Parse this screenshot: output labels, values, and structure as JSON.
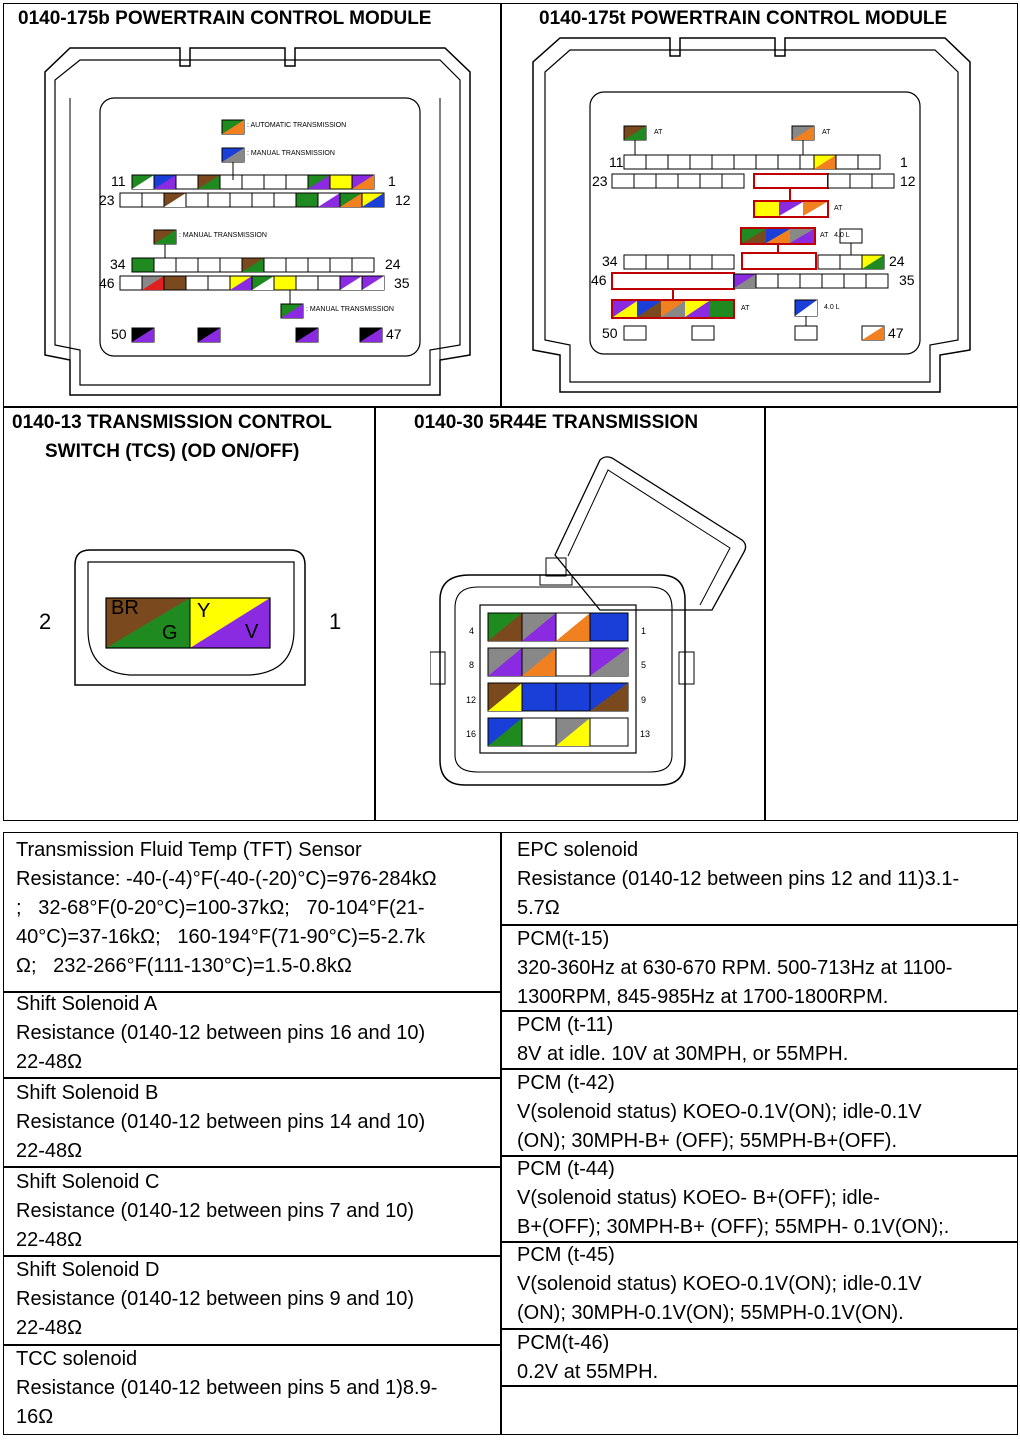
{
  "panels": {
    "pcm_b_title": "0140-175b POWERTRAIN CONTROL MODULE",
    "pcm_t_title": "0140-175t POWERTRAIN CONTROL MODULE",
    "tcs_title_line1": "0140-13 TRANSMISSION CONTROL",
    "tcs_title_line2": "SWITCH (TCS) (OD ON/OFF)",
    "trans_title": "0140-30 5R44E TRANSMISSION"
  },
  "pcm_b": {
    "legend_auto": ": AUTOMATIC TRANSMISSION",
    "legend_manual": ": MANUAL TRANSMISSION",
    "pin_11": "11",
    "pin_1": "1",
    "pin_23": "23",
    "pin_12": "12",
    "pin_34": "34",
    "pin_24": "24",
    "pin_46": "46",
    "pin_35": "35",
    "pin_50": "50",
    "pin_47": "47"
  },
  "pcm_t": {
    "at": "AT",
    "at_40l": "AT   4.0 L",
    "l40": "4.0 L",
    "pin_11": "11",
    "pin_1": "1",
    "pin_23": "23",
    "pin_12": "12",
    "pin_34": "34",
    "pin_24": "24",
    "pin_46": "46",
    "pin_35": "35",
    "pin_50": "50",
    "pin_47": "47"
  },
  "tcs": {
    "pin_left": "2",
    "pin_right": "1",
    "wire1_top": "BR",
    "wire1_bottom": "G",
    "wire2_top": "Y",
    "wire2_bottom": "V",
    "colors": {
      "BR": "#7a4a1e",
      "G": "#1f8a1f",
      "Y": "#ffff00",
      "V": "#8a2be2"
    }
  },
  "trans": {
    "row_left_pins": [
      "4",
      "8",
      "12",
      "16"
    ],
    "row_right_pins": [
      "1",
      "5",
      "9",
      "13"
    ]
  },
  "specs_left": [
    {
      "title": "Transmission Fluid Temp (TFT) Sensor",
      "lines": [
        "Resistance: -40-(-4)°F(-40-(-20)°C)=976-284kΩ",
        ";   32-68°F(0-20°C)=100-37kΩ;   70-104°F(21-",
        "40°C)=37-16kΩ;   160-194°F(71-90°C)=5-2.7k",
        "Ω;   232-266°F(111-130°C)=1.5-0.8kΩ"
      ]
    },
    {
      "title": "Shift Solenoid A",
      "lines": [
        "Resistance (0140-12 between pins 16 and 10)",
        "22-48Ω"
      ]
    },
    {
      "title": "Shift Solenoid B",
      "lines": [
        "Resistance (0140-12 between pins 14 and 10)",
        "22-48Ω"
      ]
    },
    {
      "title": "Shift Solenoid C",
      "lines": [
        "Resistance (0140-12 between pins 7 and 10)",
        "22-48Ω"
      ]
    },
    {
      "title": "Shift Solenoid D",
      "lines": [
        "Resistance (0140-12 between pins 9 and 10)",
        "22-48Ω"
      ]
    },
    {
      "title": "TCC solenoid",
      "lines": [
        "Resistance (0140-12 between pins 5 and 1)8.9-",
        "16Ω"
      ]
    }
  ],
  "specs_right": [
    {
      "title": "EPC solenoid",
      "lines": [
        "Resistance (0140-12 between pins 12 and 11)3.1-",
        "5.7Ω"
      ]
    },
    {
      "title": "PCM(t-15)",
      "lines": [
        "320-360Hz at 630-670 RPM. 500-713Hz at 1100-",
        "1300RPM, 845-985Hz at 1700-1800RPM."
      ]
    },
    {
      "title": "PCM (t-11)",
      "lines": [
        "8V at idle. 10V at 30MPH, or 55MPH."
      ]
    },
    {
      "title": "PCM (t-42)",
      "lines": [
        "V(solenoid status) KOEO-0.1V(ON); idle-0.1V",
        "(ON); 30MPH-B+ (OFF); 55MPH-B+(OFF)."
      ]
    },
    {
      "title": "PCM (t-44)",
      "lines": [
        "V(solenoid status) KOEO- B+(OFF); idle-",
        "B+(OFF); 30MPH-B+ (OFF); 55MPH- 0.1V(ON);."
      ]
    },
    {
      "title": "PCM (t-45)",
      "lines": [
        "V(solenoid status) KOEO-0.1V(ON); idle-0.1V",
        "(ON); 30MPH-0.1V(ON); 55MPH-0.1V(ON)."
      ]
    },
    {
      "title": "PCM(t-46)",
      "lines": [
        "0.2V at 55MPH."
      ]
    }
  ]
}
